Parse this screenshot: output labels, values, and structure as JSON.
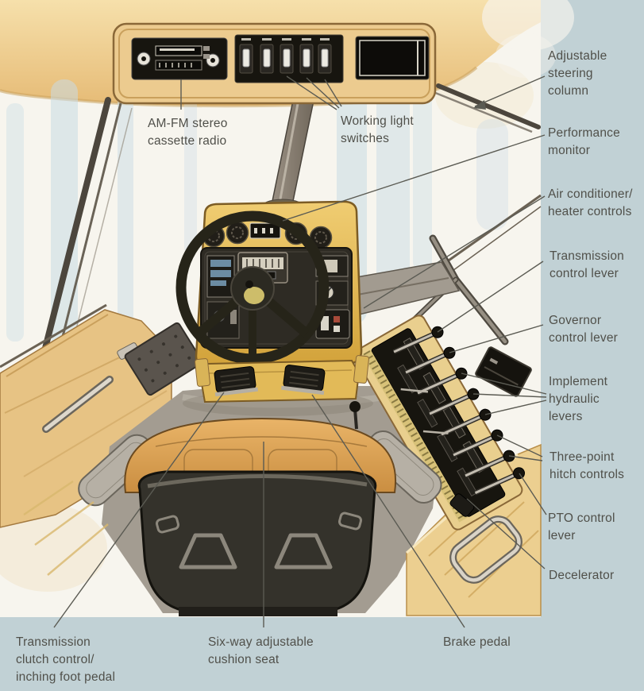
{
  "page": {
    "background_color": "#c1d1d5",
    "description": "Tractor cab interior cutaway illustration with labeled operator controls"
  },
  "illustration": {
    "paper_color": "#f7f5ee",
    "ceiling_color": "#eeca8c",
    "cab_yellow": "#e5bd55",
    "seat_orange": "#dda158",
    "seat_shell_color": "#34322b",
    "console_black": "#17150f",
    "console_trim": "#e9cf8e",
    "floor_gray": "#a39c91",
    "armrest_gray": "#b6b0a5",
    "sky_blue": "#c9dbe4",
    "leader_color": "#5b5b53",
    "label_color": "#50504a"
  },
  "labels": {
    "radio": "AM-FM stereo\ncassette radio",
    "working_lights": "Working light\nswitches",
    "steering_column": "Adjustable\nsteering\ncolumn",
    "performance_monitor": "Performance\nmonitor",
    "air_conditioner": "Air conditioner/\nheater controls",
    "transmission_lever": "Transmission\ncontrol lever",
    "governor_lever": "Governor\ncontrol lever",
    "implement_levers": "Implement\nhydraulic\nlevers",
    "three_point_hitch": "Three-point\nhitch controls",
    "pto_lever": "PTO control\nlever",
    "decelerator": "Decelerator",
    "brake_pedal": "Brake pedal",
    "cushion_seat": "Six-way adjustable\ncushion seat",
    "clutch_pedal": "Transmission\nclutch control/\ninching foot pedal"
  }
}
